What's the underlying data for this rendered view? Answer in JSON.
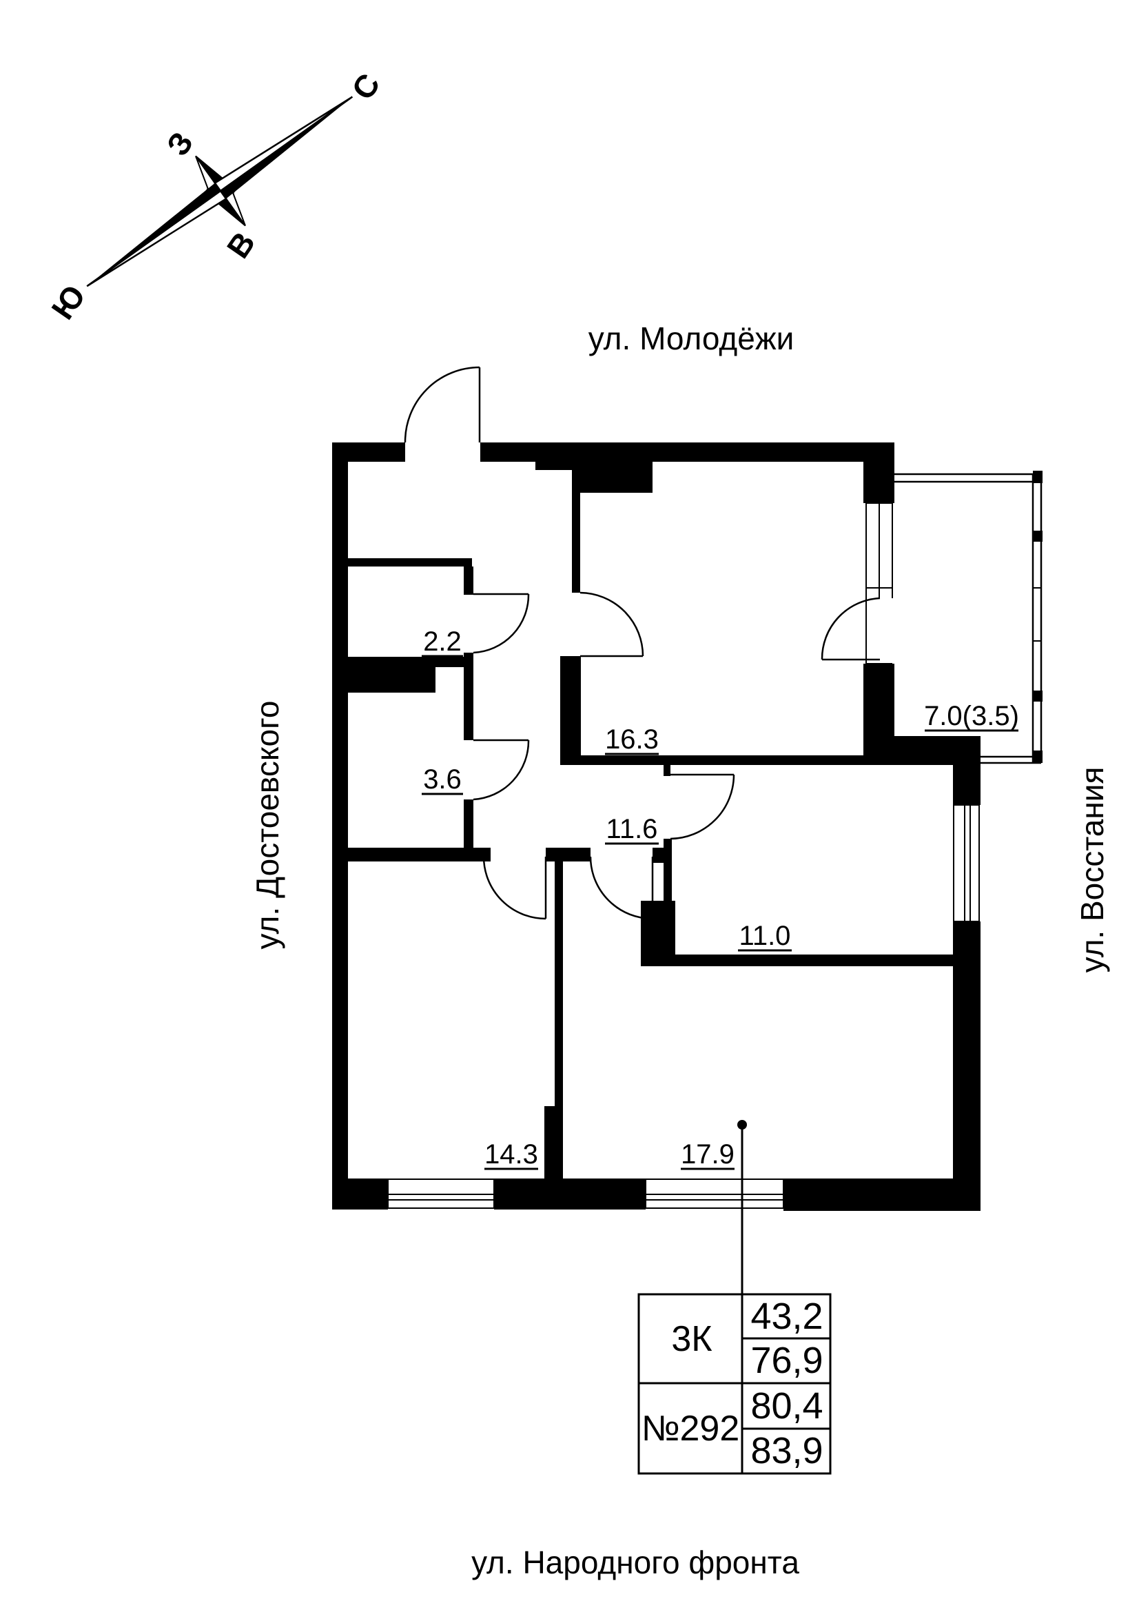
{
  "compass": {
    "north": "С",
    "south": "Ю",
    "west": "З",
    "east": "В"
  },
  "streets": {
    "top": "ул. Молодёжи",
    "left": "ул. Достоевского",
    "right": "ул. Восстания",
    "bottom": "ул. Народного фронта"
  },
  "rooms": {
    "closet": "2.2",
    "bathroom": "3.6",
    "kitchen_living": "16.3",
    "hallway": "11.6",
    "room_right": "11.0",
    "balcony": "7.0(3.5)",
    "room_left": "14.3",
    "room_center": "17.9"
  },
  "info_table": {
    "apartment_type": "3К",
    "apartment_number": "№292",
    "area_values": [
      "43,2",
      "76,9",
      "80,4",
      "83,9"
    ]
  },
  "colors": {
    "ink": "#000000",
    "background": "#ffffff"
  }
}
